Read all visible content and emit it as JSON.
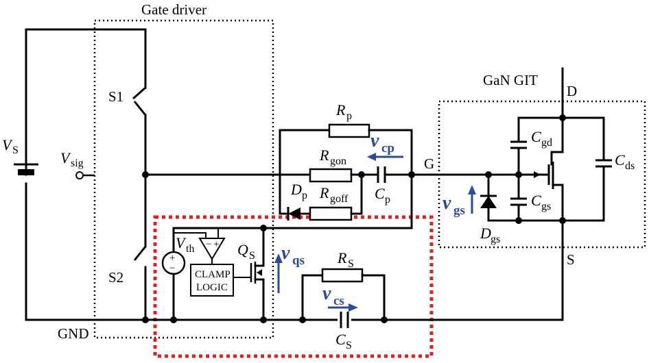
{
  "title": "Gate driver",
  "labels": {
    "vs_main": "V",
    "vs_sub": "S",
    "vsig_main": "V",
    "vsig_sub": "sig",
    "s1": "S1",
    "s2": "S2",
    "gnd": "GND",
    "rp_main": "R",
    "rp_sub": "p",
    "rgon_main": "R",
    "rgon_sub": "gon",
    "rgoff_main": "R",
    "rgoff_sub": "goff",
    "dp_main": "D",
    "dp_sub": "p",
    "cp_main": "C",
    "cp_sub": "p",
    "vcp_main": "v",
    "vcp_sub": "cp",
    "g": "G",
    "gan_title": "GaN GIT",
    "d": "D",
    "s": "S",
    "cgd_main": "C",
    "cgd_sub": "gd",
    "cgs_main": "C",
    "cgs_sub": "gs",
    "cds_main": "C",
    "cds_sub": "ds",
    "dgs_main": "D",
    "dgs_sub": "gs",
    "vgs_main": "v",
    "vgs_sub": "gs",
    "vth_main": "V",
    "vth_sub": "th",
    "qs_main": "Q",
    "qs_sub": "S",
    "vqs_main": "v",
    "vqs_sub": "qs",
    "clamp1": "CLAMP",
    "clamp2": "LOGIC",
    "rs_main": "R",
    "rs_sub": "S",
    "vcs_main": "v",
    "vcs_sub": "cs",
    "cs_main": "C",
    "cs_sub": "S",
    "opamp_minus": "−",
    "opamp_plus": "+",
    "src_plus": "+",
    "src_minus": "−"
  },
  "colors": {
    "wire": "#000000",
    "annotation_blue": "#2b4a9e",
    "clamp_box_red": "#e02020"
  }
}
